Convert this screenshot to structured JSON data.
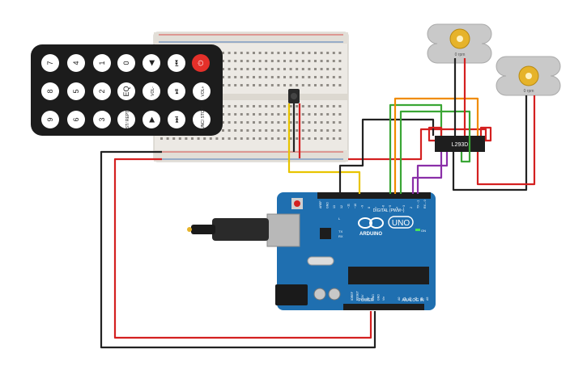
{
  "remote": {
    "buttons": [
      {
        "name": "remote-key-7",
        "label": "7"
      },
      {
        "name": "remote-key-4",
        "label": "4"
      },
      {
        "name": "remote-key-1",
        "label": "1"
      },
      {
        "name": "remote-key-0",
        "label": "0"
      },
      {
        "name": "remote-key-back",
        "label": "◀"
      },
      {
        "name": "remote-key-prev",
        "label": "⏮"
      },
      {
        "name": "remote-key-power",
        "label": "⏻"
      },
      {
        "name": "remote-key-8",
        "label": "8"
      },
      {
        "name": "remote-key-5",
        "label": "5"
      },
      {
        "name": "remote-key-2",
        "label": "2"
      },
      {
        "name": "remote-key-eq",
        "label": "EQ"
      },
      {
        "name": "remote-key-vol-down",
        "label": "VOL-"
      },
      {
        "name": "remote-key-play-pause",
        "label": "⏯"
      },
      {
        "name": "remote-key-vol-up",
        "label": "VOL+"
      },
      {
        "name": "remote-key-9",
        "label": "9"
      },
      {
        "name": "remote-key-6",
        "label": "6"
      },
      {
        "name": "remote-key-3",
        "label": "3"
      },
      {
        "name": "remote-key-st-rept",
        "label": "ST/ REPT"
      },
      {
        "name": "remote-key-play",
        "label": "▶"
      },
      {
        "name": "remote-key-next",
        "label": "⏭"
      },
      {
        "name": "remote-key-func-stop",
        "label": "FUNC/ STOP"
      }
    ]
  },
  "motors": [
    {
      "label": "0 rpm"
    },
    {
      "label": "0 rpm"
    }
  ],
  "driver": {
    "label": "L293D"
  },
  "arduino": {
    "brand": "ARDUINO",
    "model": "UNO",
    "digital_header": "DIGITAL (PWM~)",
    "power_header": "POWER",
    "analog_header": "ANALOG IN",
    "on_label": "ON",
    "tx_label": "TX",
    "rx_label": "RX",
    "l_label": "L",
    "top_pins": [
      "AREF",
      "GND",
      "13",
      "12",
      "~11",
      "~10",
      "~9",
      "8",
      "7",
      "~6",
      "~5",
      "4",
      "~3",
      "2",
      "TX→1",
      "RX←0"
    ],
    "power_pins": [
      "IOREF",
      "RESET",
      "3.3V",
      "5V",
      "GND",
      "GND",
      "Vin"
    ],
    "analog_pins": [
      "A0",
      "A1",
      "A2",
      "A3",
      "A4",
      "A5"
    ]
  },
  "colors": {
    "wire_red": "#d42020",
    "wire_black": "#222222",
    "wire_yellow": "#e8c400",
    "wire_green": "#3aa635",
    "wire_orange": "#f08c00",
    "wire_purple": "#8a2fa8",
    "board_blue": "#1f6fb0",
    "remote_body": "#1c1c1c",
    "power_button": "#e5302a"
  }
}
